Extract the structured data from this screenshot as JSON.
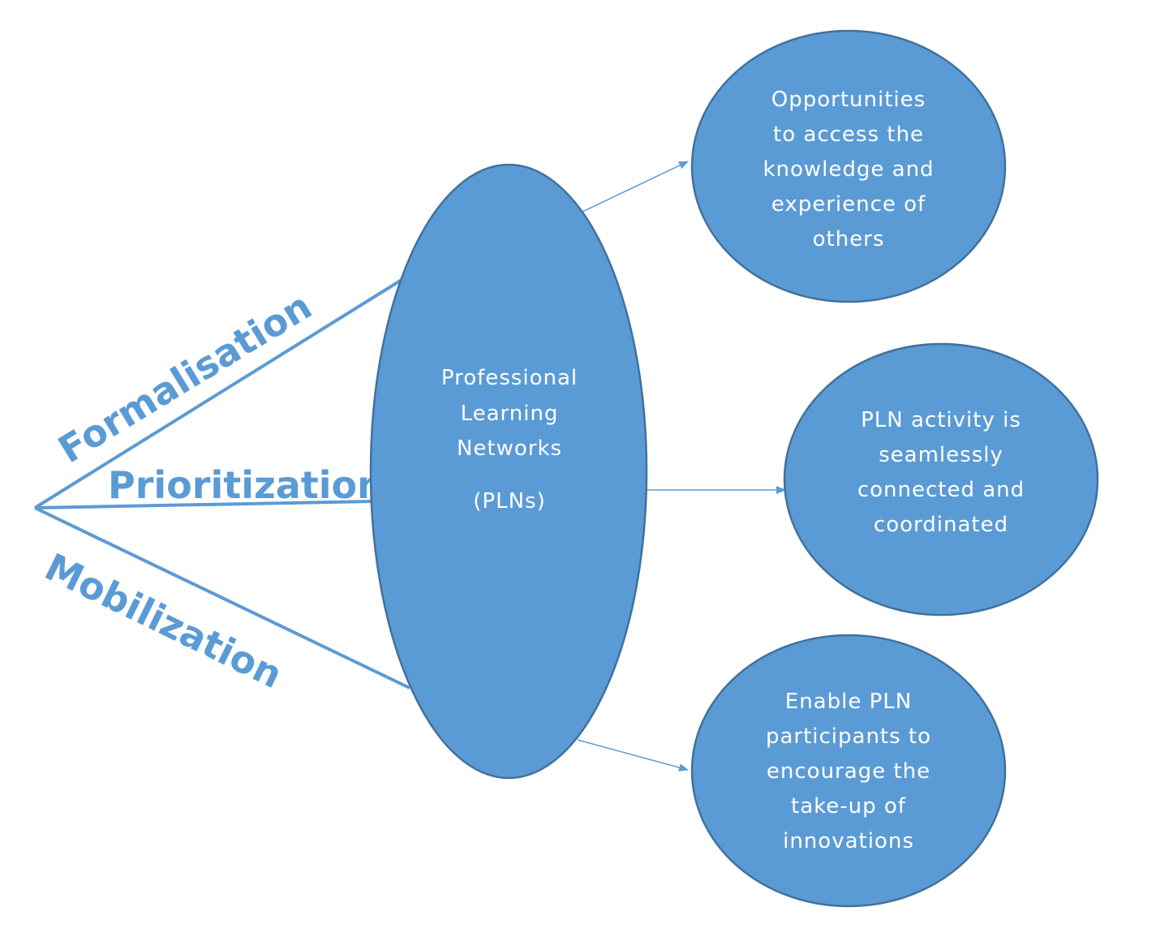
{
  "colors": {
    "fill": "#5b9bd5",
    "stroke": "#41719c",
    "label": "#5b9bd5",
    "text": "#ffffff"
  },
  "center": {
    "lines": [
      "Professional",
      "Learning",
      "Networks"
    ],
    "abbr": "(PLNs)"
  },
  "labels": {
    "formalisation": "Formalisation",
    "prioritization": "Prioritization",
    "mobilization": "Mobilization"
  },
  "outcomes": [
    {
      "lines": [
        "Opportunities",
        "to access the",
        "knowledge and",
        "experience of",
        "others"
      ]
    },
    {
      "lines": [
        "PLN activity is",
        "seamlessly",
        "connected and",
        "coordinated"
      ]
    },
    {
      "lines": [
        "Enable PLN",
        "participants to",
        "encourage the",
        "take-up of",
        "innovations"
      ]
    }
  ]
}
